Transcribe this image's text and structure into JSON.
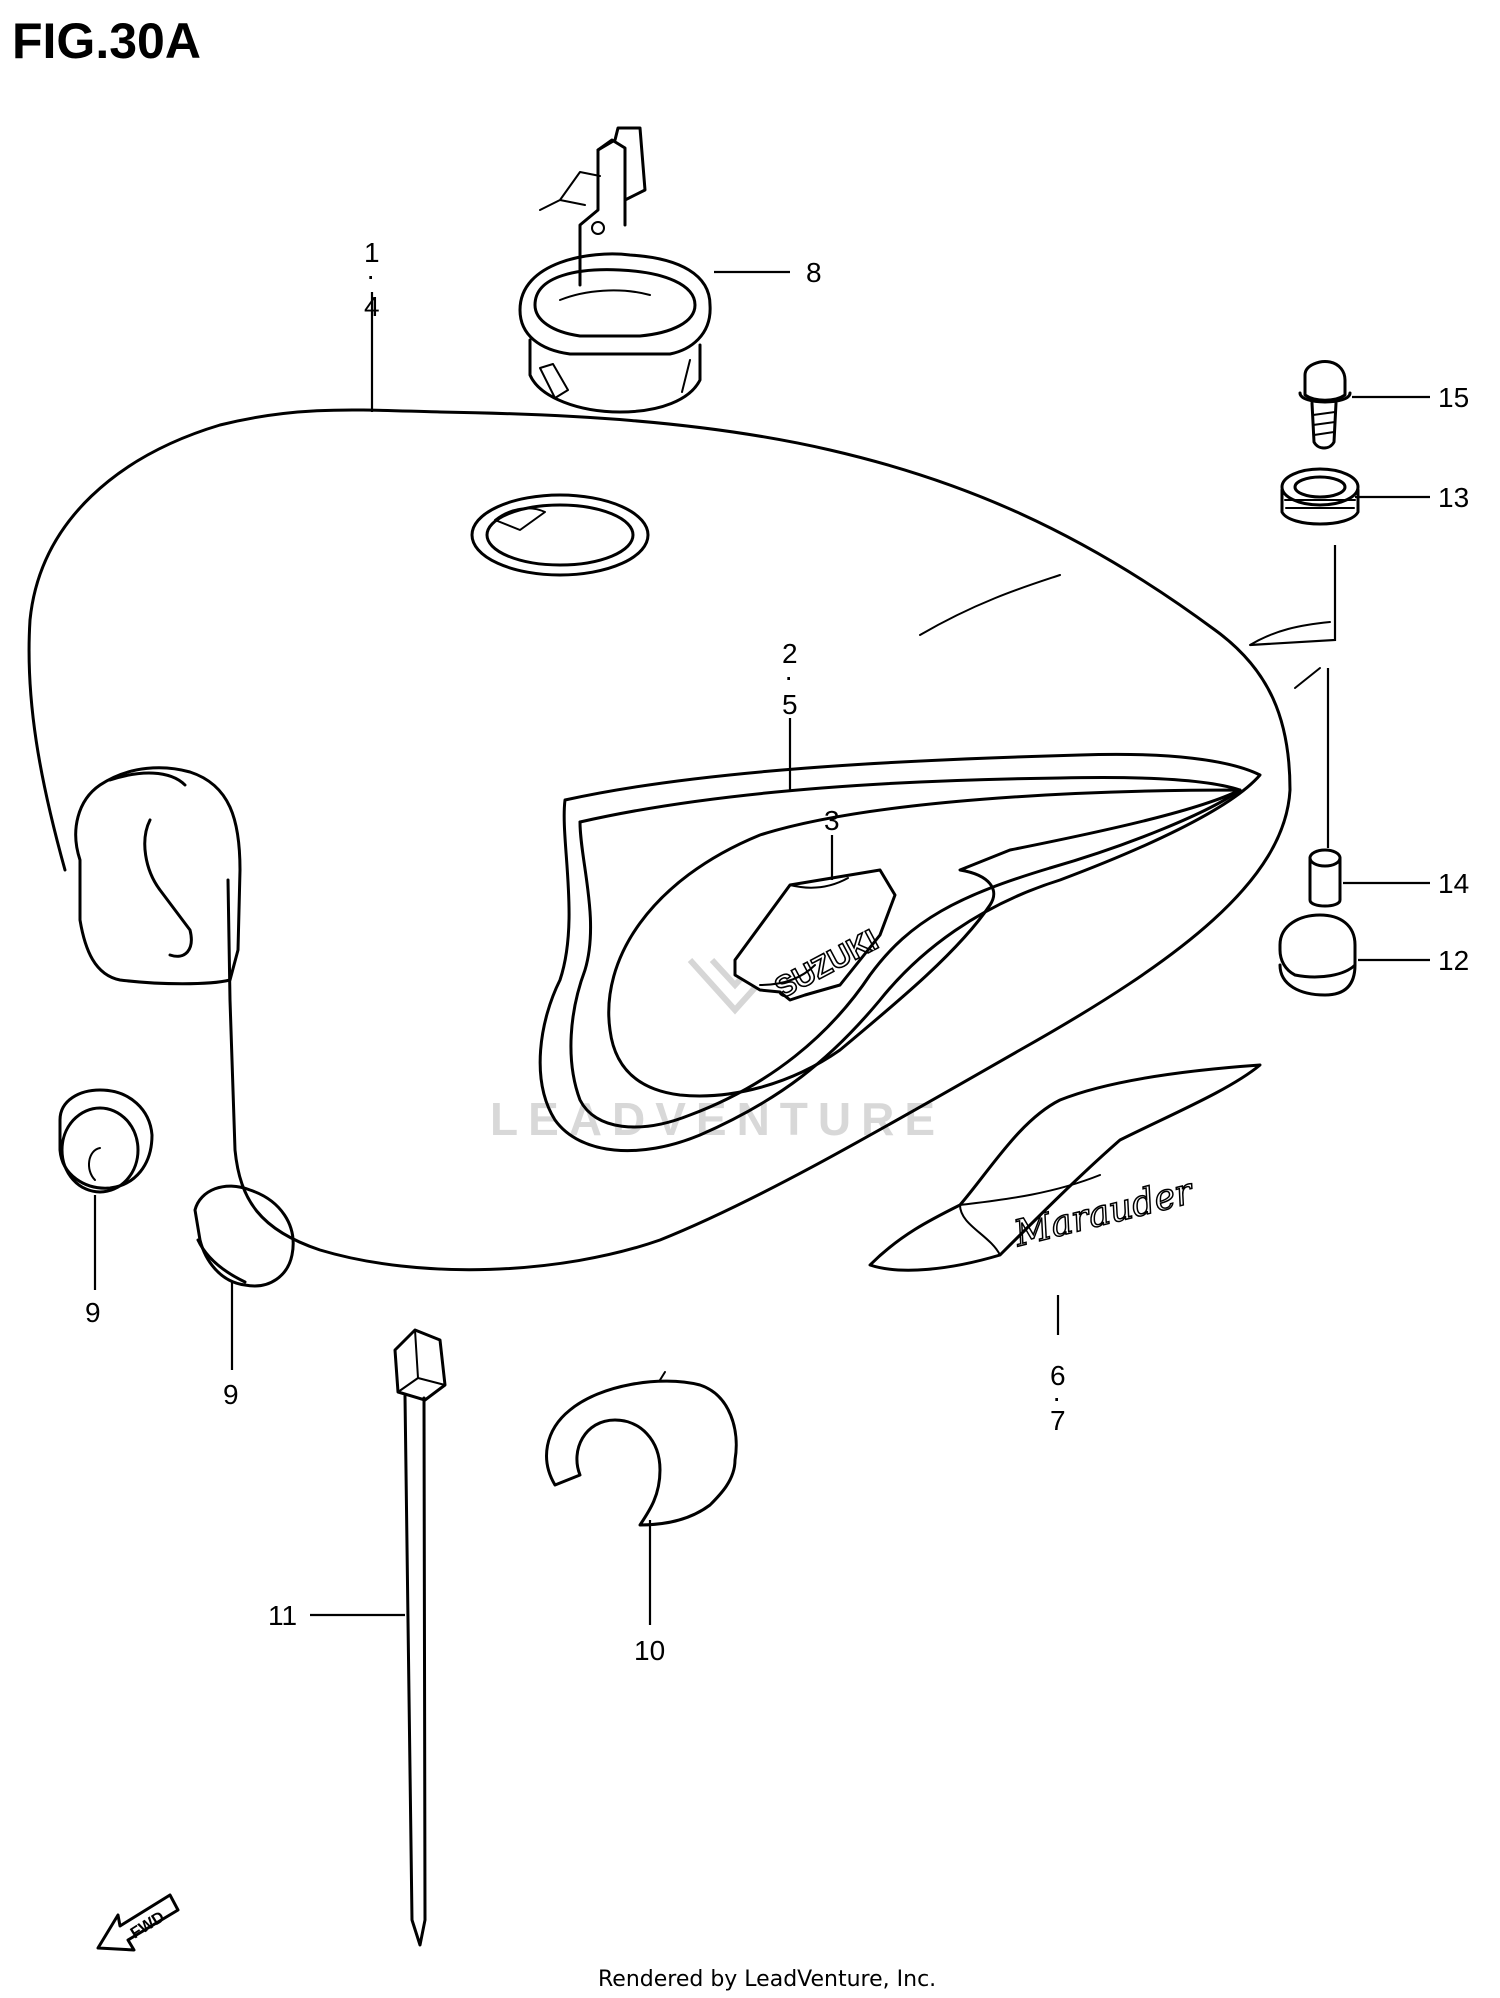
{
  "figure": {
    "title": "FIG.30A",
    "footer": "Rendered by LeadVenture, Inc.",
    "watermark": "LEADVENTURE"
  },
  "callouts": {
    "c1": "1",
    "c4": "4",
    "c2": "2",
    "c5": "5",
    "c3": "3",
    "c6": "6",
    "c7": "7",
    "c8": "8",
    "c9a": "9",
    "c9b": "9",
    "c10": "10",
    "c11": "11",
    "c12": "12",
    "c13": "13",
    "c14": "14",
    "c15": "15",
    "dot": "·"
  },
  "emblems": {
    "brand": "SUZUKI",
    "model": "Marauder"
  },
  "direction_arrow": "FWD"
}
